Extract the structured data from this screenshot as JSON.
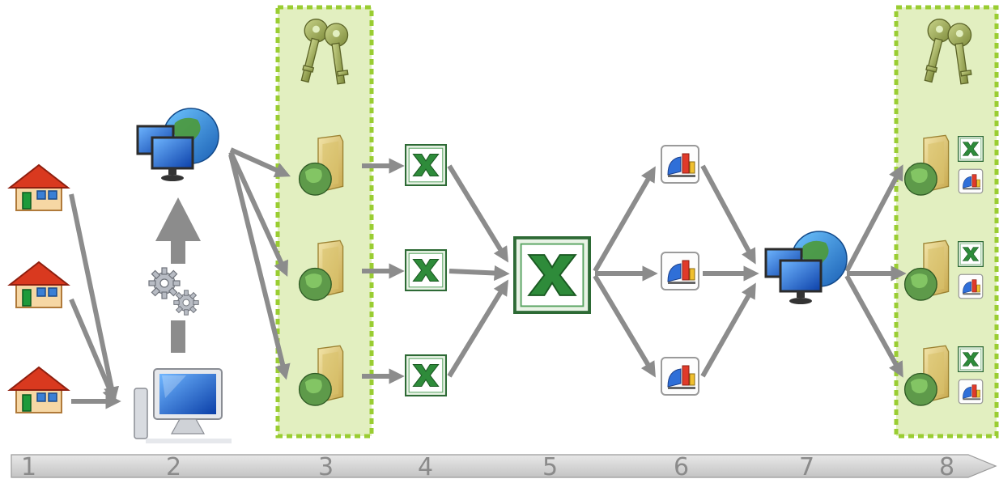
{
  "timeline": {
    "steps": [
      "1",
      "2",
      "3",
      "4",
      "5",
      "6",
      "7",
      "8"
    ]
  },
  "icons": {
    "house": "house-icon",
    "network_computer": "network-computer-icon",
    "gears": "gears-icon",
    "desktop_computer": "desktop-computer-icon",
    "keys": "keys-icon",
    "web_folder": "web-folder-icon",
    "excel": "excel-icon",
    "chart_document": "chart-document-icon"
  },
  "colors": {
    "arrow": "#8c8c8c",
    "secure_zone_fill": "#e2efc0",
    "secure_zone_border": "#9acd32",
    "timeline_fill": "#d6d6d6",
    "timeline_text": "#8a8a8a",
    "excel_green": "#2e8b3a",
    "roof_red": "#d9391f"
  }
}
